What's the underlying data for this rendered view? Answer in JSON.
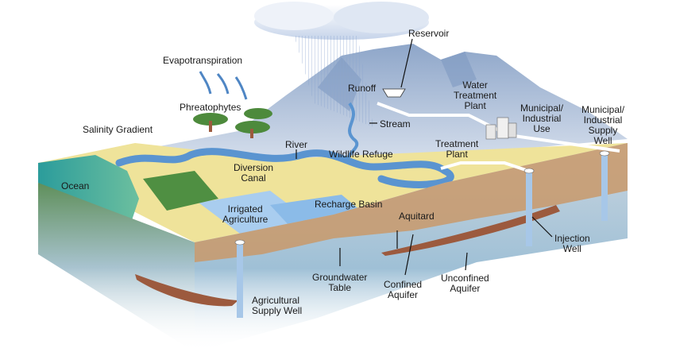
{
  "title": "Groundwater and Surface Water System",
  "colors": {
    "sky": "#ffffff",
    "mountain": "#aebfd8",
    "mountain_light": "#d7e0ee",
    "land": "#f0e59a",
    "water": "#5a94d0",
    "ocean": "#3fa79a",
    "soil": "#c9996a",
    "aquifer": "#b9cbd9",
    "clay": "#9c5a3e",
    "vegetation": "#4d8a3c"
  },
  "labels": {
    "evapotranspiration": "Evapotranspiration",
    "phreatophytes": "Phreatophytes",
    "salinity_gradient": "Salinity Gradient",
    "ocean": "Ocean",
    "river": "River",
    "diversion_canal_1": "Diversion",
    "diversion_canal_2": "Canal",
    "irrigated_agriculture_1": "Irrigated",
    "irrigated_agriculture_2": "Agriculture",
    "recharge_basin": "Recharge Basin",
    "wildlife_refuge": "Wildlife Refuge",
    "reservoir": "Reservoir",
    "runoff": "Runoff",
    "stream": "Stream",
    "water_treatment_plant_1": "Water",
    "water_treatment_plant_2": "Treatment",
    "water_treatment_plant_3": "Plant",
    "municipal_use_1": "Municipal/",
    "municipal_use_2": "Industrial",
    "municipal_use_3": "Use",
    "supply_well_1": "Municipal/",
    "supply_well_2": "Industrial",
    "supply_well_3": "Supply",
    "supply_well_4": "Well",
    "treatment_plant_1": "Treatment",
    "treatment_plant_2": "Plant",
    "aquitard": "Aquitard",
    "groundwater_table_1": "Groundwater",
    "groundwater_table_2": "Table",
    "confined_aquifer_1": "Confined",
    "confined_aquifer_2": "Aquifer",
    "unconfined_aquifer_1": "Unconfined",
    "unconfined_aquifer_2": "Aquifer",
    "injection_well_1": "Injection",
    "injection_well_2": "Well",
    "ag_supply_well_1": "Agricultural",
    "ag_supply_well_2": "Supply Well"
  }
}
